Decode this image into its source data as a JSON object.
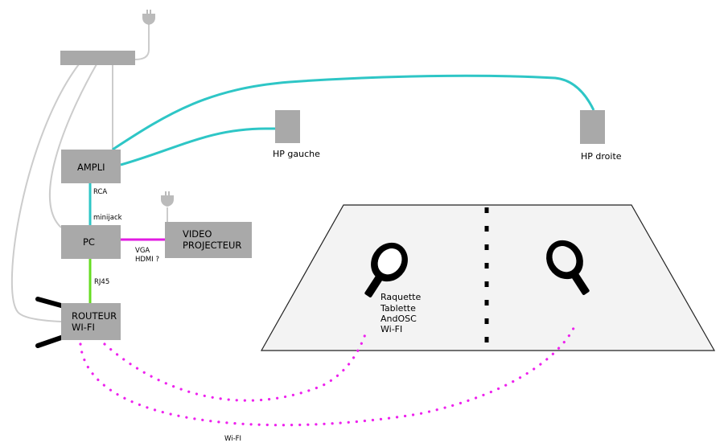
{
  "colors": {
    "box": "#a9a9a9",
    "power_cable": "#cccccc",
    "audio_cable": "#2ec6c6",
    "video_cable": "#e21be2",
    "network_cable": "#66dd22",
    "wifi_link": "#ee22ee",
    "table_fill": "#f3f3f3",
    "table_border": "#222222",
    "ink": "#000000"
  },
  "devices": {
    "power_strip": "",
    "ampli": "AMPLI",
    "pc": "PC",
    "projector_line1": "VIDEO",
    "projector_line2": "PROJECTEUR",
    "router_line1": "ROUTEUR",
    "router_line2": "WI-FI",
    "speaker_left": "HP gauche",
    "speaker_right": "HP droite"
  },
  "links": {
    "rca": "RCA",
    "minijack": "minijack",
    "vga": "VGA",
    "hdmi": "HDMI ?",
    "rj45": "RJ45",
    "wifi": "Wi-FI"
  },
  "paddle_label": [
    "Raquette",
    "Tablette",
    "AndOSC",
    "Wi-FI"
  ],
  "icons": {
    "plug": "power-plug-icon",
    "antenna": "antenna-icon",
    "paddle": "ping-pong-paddle-icon"
  }
}
